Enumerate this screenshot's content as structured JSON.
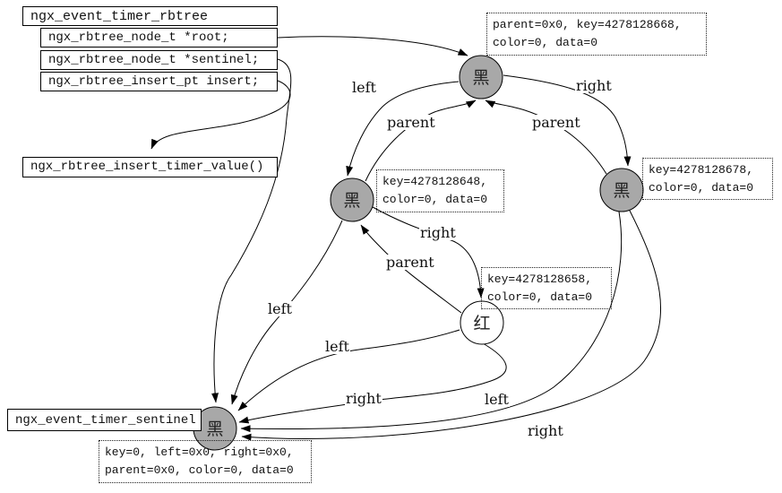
{
  "diagram": {
    "struct": {
      "title": "ngx_event_timer_rbtree",
      "fields": [
        "ngx_rbtree_node_t *root;",
        "ngx_rbtree_node_t *sentinel;",
        "ngx_rbtree_insert_pt insert;"
      ]
    },
    "insert_fn_label": "ngx_rbtree_insert_timer_value()",
    "sentinel_box_label": "ngx_event_timer_sentinel",
    "nodes": {
      "root": {
        "label": "黑"
      },
      "left": {
        "label": "黑"
      },
      "right": {
        "label": "黑"
      },
      "red": {
        "label": "红"
      },
      "sentinel": {
        "label": "黑"
      }
    },
    "annotations": {
      "root": {
        "line1": "parent=0x0, key=4278128668,",
        "line2": "color=0, data=0"
      },
      "left": {
        "line1": "key=4278128648,",
        "line2": "color=0, data=0"
      },
      "right": {
        "line1": "key=4278128678,",
        "line2": "color=0, data=0"
      },
      "red": {
        "line1": "key=4278128658,",
        "line2": "color=0, data=0"
      },
      "sentinel": {
        "line1": "key=0, left=0x0, right=0x0,",
        "line2": "parent=0x0, color=0, data=0"
      }
    },
    "edge_labels": {
      "root_left": "left",
      "root_right": "right",
      "left_parent": "parent",
      "right_parent": "parent",
      "left_right": "right",
      "red_parent": "parent",
      "left_left": "left",
      "red_left": "left",
      "red_right": "right",
      "rnode_left": "left",
      "rnode_right": "right"
    },
    "colors": {
      "node_fill": "#a8a8a8",
      "red_node_fill": "#ffffff",
      "stroke": "#000000",
      "background": "#ffffff"
    }
  }
}
